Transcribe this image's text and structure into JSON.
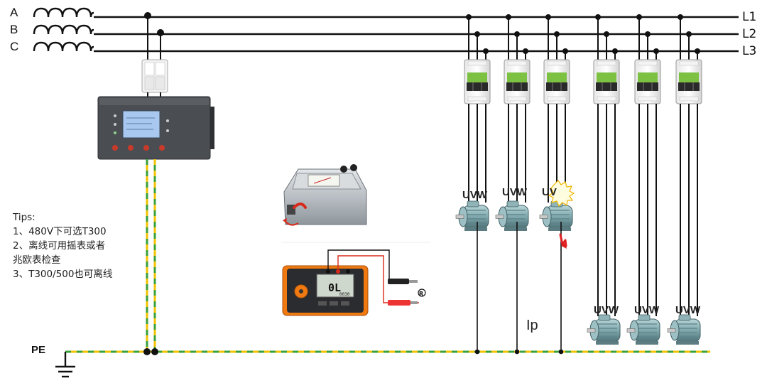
{
  "phases": [
    "A",
    "B",
    "C"
  ],
  "lines": [
    "L1",
    "L2",
    "L3"
  ],
  "pe_label": "PE",
  "ip_label": "Ip",
  "tips": {
    "title": "Tips:",
    "items": [
      "1、480V下可选T300",
      "2、离线可用摇表或者",
      "兆欧表检查",
      "3、T300/500也可离线"
    ]
  },
  "motors": [
    {
      "terminal_label": "UVW",
      "faulted": false
    },
    {
      "terminal_label": "UVW",
      "faulted": false
    },
    {
      "terminal_label": "UV",
      "faulted": true
    },
    {
      "terminal_label": "UVW",
      "faulted": false
    },
    {
      "terminal_label": "UVW",
      "faulted": false
    },
    {
      "terminal_label": "UVW",
      "faulted": false
    }
  ],
  "megger_display": {
    "reading": "0L",
    "sub": "0030"
  },
  "colors": {
    "wire": "#111111",
    "pe_yellow": "#f2c200",
    "pe_green": "#3aa03a",
    "fault_red": "#e02020",
    "meter_orange": "#f07a10",
    "monitor_screen": "#a9c8ef"
  }
}
